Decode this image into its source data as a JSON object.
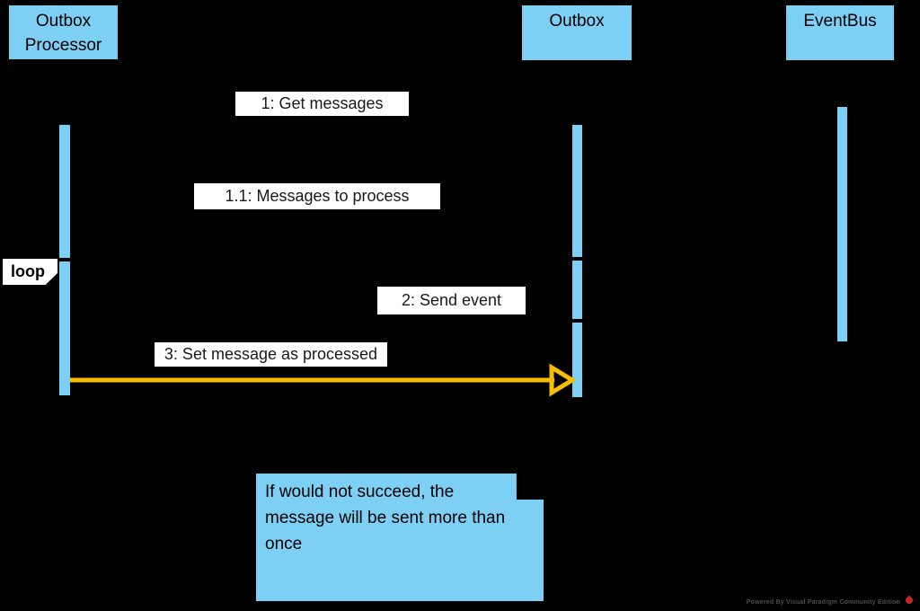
{
  "diagram_type": "uml-sequence-diagram",
  "colors": {
    "background": "#000000",
    "shape_fill_blue": "#7DCFF4",
    "shape_border": "#000000",
    "message_arrow_yellow": "#F7BD00",
    "label_background": "#FFFFFF",
    "text": "#000000",
    "watermark_text_color": "#4D4D4D",
    "watermark_logo_red": "#C4242C"
  },
  "participants": [
    {
      "label": "Outbox Processor"
    },
    {
      "label": "Outbox"
    },
    {
      "label": "EventBus"
    }
  ],
  "fragment": {
    "label": "loop"
  },
  "messages": [
    {
      "label": "1: Get messages"
    },
    {
      "label": "1.1: Messages to process"
    },
    {
      "label": "2: Send event"
    },
    {
      "label": "3: Set message as processed"
    }
  ],
  "note": {
    "text": "If would not succeed, the message will be sent more than once"
  },
  "watermark": {
    "text": "Powered By Visual Paradigm Community Edition"
  }
}
